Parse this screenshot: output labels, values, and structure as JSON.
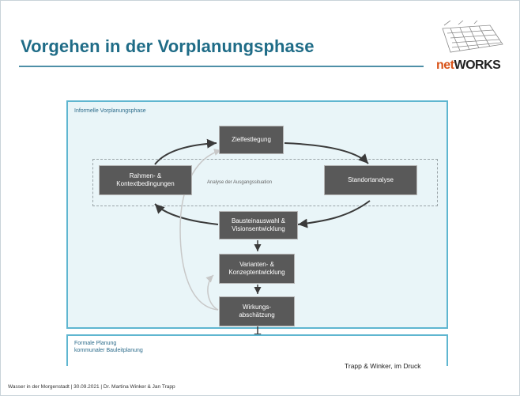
{
  "slide": {
    "title": "Vorgehen in der Vorplanungsphase",
    "logo_text_net": "net",
    "logo_text_works": "WORKS",
    "source": "Trapp & Winker, im Druck",
    "footer": "Wasser in der Morgenstadt | 30.09.2021 | Dr. Martina Winker & Jan Trapp"
  },
  "diagram": {
    "informal_phase_label": "Informelle Vorplanungsphase",
    "analysis_label": "Analyse der Ausgangssituation",
    "formal_phase_label": "Formale Planung\nkommunaler Bauleitplanung",
    "nodes": {
      "zielfestlegung": "Zielfestlegung",
      "rahmenbedingungen": "Rahmen- &\nKontextbedingungen",
      "standortanalyse": "Standortanalyse",
      "bausteinauswahl": "Bausteinauswahl &\nVisionsentwicklung",
      "varianten": "Varianten- &\nKonzeptentwicklung",
      "wirkungsabschaetzung": "Wirkungs-\nabschätzung"
    }
  },
  "colors": {
    "title": "#1f6c87",
    "phase_fill": "#e9f5f8",
    "phase_border": "#5fb6d0",
    "node_fill": "#595959",
    "logo_accent": "#d9541a"
  }
}
